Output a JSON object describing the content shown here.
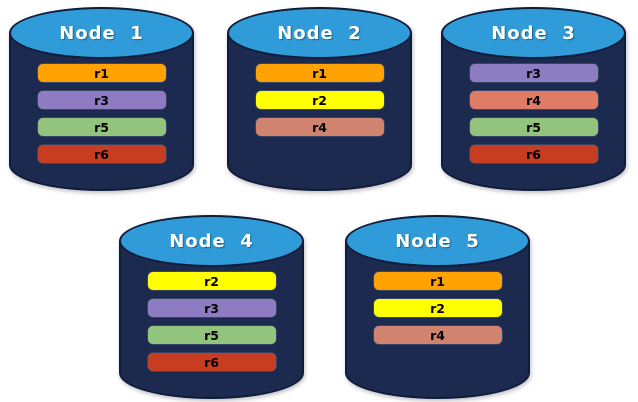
{
  "diagram": {
    "description": "Replica distribution across database nodes",
    "cylinder": {
      "body_color": "#1B2A4E",
      "outline_color": "#0F1C3A",
      "top_color": "#2F9CD9"
    },
    "replica_colors": {
      "r1": "#FFA202",
      "r2": "#FFFF00",
      "r3": "#8E7CC3",
      "r4_muted": "#D0836F",
      "r4_bright": "#E07B66",
      "r5": "#93C47D",
      "r6": "#C63D22"
    },
    "nodes": [
      {
        "label": "Node  1",
        "replicas": [
          {
            "label": "r1",
            "color": "#FFA202"
          },
          {
            "label": "r3",
            "color": "#8E7CC3"
          },
          {
            "label": "r5",
            "color": "#93C47D"
          },
          {
            "label": "r6",
            "color": "#C63D22"
          }
        ]
      },
      {
        "label": "Node  2",
        "replicas": [
          {
            "label": "r1",
            "color": "#FFA202"
          },
          {
            "label": "r2",
            "color": "#FFFF00"
          },
          {
            "label": "r4",
            "color": "#D0836F"
          }
        ]
      },
      {
        "label": "Node  3",
        "replicas": [
          {
            "label": "r3",
            "color": "#8E7CC3"
          },
          {
            "label": "r4",
            "color": "#E07B66"
          },
          {
            "label": "r5",
            "color": "#93C47D"
          },
          {
            "label": "r6",
            "color": "#C63D22"
          }
        ]
      },
      {
        "label": "Node  4",
        "replicas": [
          {
            "label": "r2",
            "color": "#FFFF00"
          },
          {
            "label": "r3",
            "color": "#8E7CC3"
          },
          {
            "label": "r5",
            "color": "#93C47D"
          },
          {
            "label": "r6",
            "color": "#C63D22"
          }
        ]
      },
      {
        "label": "Node  5",
        "replicas": [
          {
            "label": "r1",
            "color": "#FFA202"
          },
          {
            "label": "r2",
            "color": "#FFFF00"
          },
          {
            "label": "r4",
            "color": "#D0836F"
          }
        ]
      }
    ]
  }
}
